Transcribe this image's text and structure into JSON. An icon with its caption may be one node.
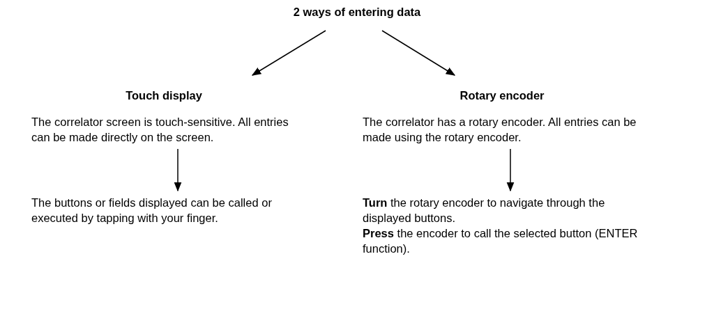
{
  "diagram": {
    "nodes": [
      {
        "text": [
          "2 ways of entering data"
        ]
      },
      {
        "text": [
          "Touch display",
          "The correlator screen is touch-sensitive. All entries can be made directly on the screen."
        ]
      },
      {
        "text": [
          "Rotary encoder",
          "The correlator has a rotary encoder. All entries can be made using the rotary encoder."
        ]
      },
      {
        "text": [
          "The buttons or fields displayed can be called or executed by tapping with your finger."
        ]
      },
      {
        "text": [
          "**Turn** the rotary encoder to navigate through the displayed buttons.",
          "**Press** the encoder to call the selected button (ENTER function)."
        ]
      }
    ],
    "edges": [
      {
        "from": 0,
        "to": 1,
        "arrow": "to"
      },
      {
        "from": 0,
        "to": 2,
        "arrow": "to"
      },
      {
        "from": 1,
        "to": 3,
        "arrow": "to"
      },
      {
        "from": 2,
        "to": 4,
        "arrow": "to"
      }
    ]
  }
}
